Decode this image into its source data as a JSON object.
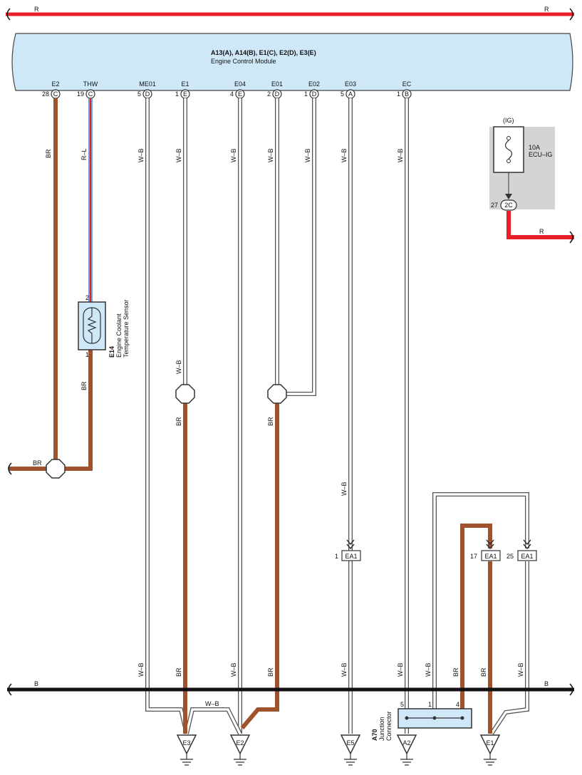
{
  "colors": {
    "red": "#e8202a",
    "black": "#111111",
    "brown": "#a0522d",
    "ecm_fill": "#cfe8f7",
    "ecm_stroke": "#444444",
    "fuse_box": "#d4d4d4",
    "sensor_fill": "#cfe8f7",
    "junction_fill": "#cfe8f7"
  },
  "top_bus": {
    "label_left": "R",
    "label_right": "R"
  },
  "ecm": {
    "title": "A13(A), A14(B), E1(C), E2(D), E3(E)",
    "subtitle": "Engine Control Module",
    "pins": [
      {
        "name": "E2",
        "num": "28",
        "conn": "C"
      },
      {
        "name": "THW",
        "num": "19",
        "conn": "C"
      },
      {
        "name": "ME01",
        "num": "5",
        "conn": "D"
      },
      {
        "name": "E1",
        "num": "1",
        "conn": "E"
      },
      {
        "name": "E04",
        "num": "4",
        "conn": "E"
      },
      {
        "name": "E01",
        "num": "2",
        "conn": "D"
      },
      {
        "name": "E02",
        "num": "1",
        "conn": "D"
      },
      {
        "name": "E03",
        "num": "5",
        "conn": "A"
      },
      {
        "name": "EC",
        "num": "1",
        "conn": "B"
      }
    ]
  },
  "wire_labels": {
    "br": "BR",
    "rl": "R–L",
    "wb": "W–B",
    "r": "R",
    "b": "B"
  },
  "sensor": {
    "id": "E14",
    "name_line1": "Engine Coolant",
    "name_line2": "Temperature Sensor",
    "pin_top": "2",
    "pin_bottom": "1"
  },
  "fuse": {
    "group": "(IG)",
    "rating": "10A",
    "name": "ECU–IG",
    "pin_num": "27",
    "pin_label": "2C"
  },
  "ea_connectors": [
    {
      "num": "1",
      "label": "EA1"
    },
    {
      "num": "17",
      "label": "EA1"
    },
    {
      "num": "25",
      "label": "EA1"
    }
  ],
  "junction": {
    "id": "A70",
    "line1": "Junction",
    "line2": "Connector",
    "pins": [
      "5",
      "1",
      "4"
    ]
  },
  "grounds": [
    "E3",
    "E2",
    "E5",
    "A2",
    "E1"
  ]
}
